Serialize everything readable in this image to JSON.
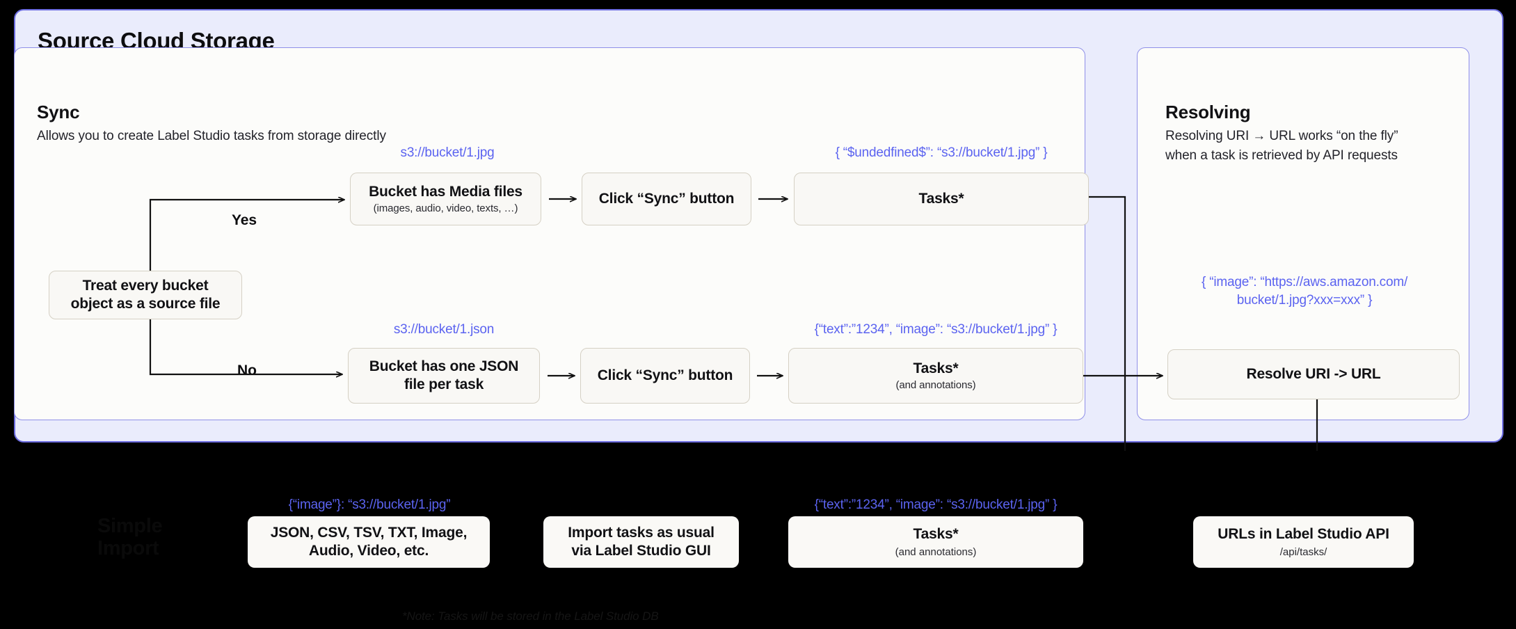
{
  "diagram": {
    "title": "Source Cloud Storage",
    "panels": {
      "sync": {
        "title": "Sync",
        "subtitle": "Allows you to create Label Studio tasks from storage directly"
      },
      "resolving": {
        "title": "Resolving",
        "subtitle_line1": "Resolving URI → URL works “on the fly”",
        "subtitle_line2": "when a task is retrieved by API requests",
        "caption_line1": "{ “image”: “https://aws.amazon.com/",
        "caption_line2": "bucket/1.jpg?xxx=xxx” }",
        "box": {
          "main": "Resolve URI -> URL"
        }
      }
    },
    "decision": {
      "box": {
        "line1": "Treat every bucket",
        "line2": "object as a source file"
      },
      "yes_label": "Yes",
      "no_label": "No"
    },
    "flow_media": {
      "caption": "s3://bucket/1.jpg",
      "source_box": {
        "main": "Bucket has Media files",
        "sub": "(images, audio, video, texts, …)"
      },
      "sync_box": {
        "main": "Click “Sync” button"
      },
      "tasks_caption": "{ “$undedfined$”: “s3://bucket/1.jpg” }",
      "tasks_box": {
        "main": "Tasks*"
      }
    },
    "flow_json": {
      "caption": "s3://bucket/1.json",
      "source_box": {
        "line1": "Bucket has one JSON",
        "line2": "file per task"
      },
      "sync_box": {
        "main": "Click “Sync” button"
      },
      "tasks_caption": "{“text”:”1234”,  “image”: “s3://bucket/1.jpg” }",
      "tasks_box": {
        "main": "Tasks*",
        "sub": "(and annotations)"
      }
    },
    "simple_import": {
      "title_line1": "Simple",
      "title_line2": "Import",
      "caption": "{“image”}: “s3://bucket/1.jpg”",
      "formats_box": {
        "line1": "JSON, CSV, TSV, TXT, Image,",
        "line2": "Audio, Video, etc."
      },
      "import_box": {
        "line1": "Import tasks as usual",
        "line2": "via Label Studio GUI"
      },
      "tasks_caption": "{“text”:”1234”,  “image”: “s3://bucket/1.jpg” }",
      "tasks_box": {
        "main": "Tasks*",
        "sub": "(and annotations)"
      },
      "api_box": {
        "main": "URLs in Label Studio API",
        "sub": "/api/tasks/"
      }
    },
    "footnote": "*Note: Tasks will be stored in the Label Studio DB",
    "colors": {
      "background": "#000000",
      "outer_panel_fill": "#EAECFC",
      "outer_panel_border": "#6C6CE0",
      "inner_panel_fill": "#FCFCFA",
      "inner_panel_border": "#8F8FE8",
      "box_fill": "#F9F8F5",
      "box_border": "#D5D0C4",
      "caption_blue": "#5B63F0",
      "text_dark": "#111114",
      "connector": "#111111"
    }
  }
}
